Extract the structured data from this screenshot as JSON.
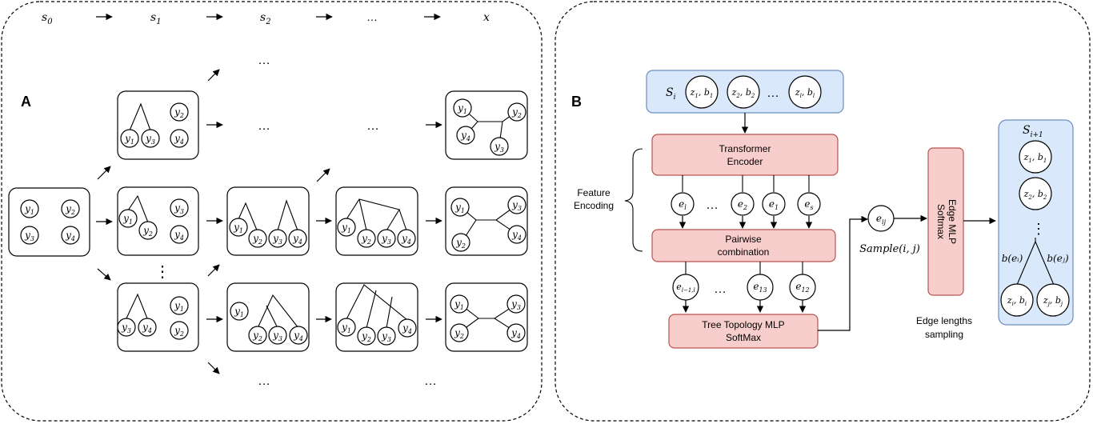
{
  "panel_a": {
    "label": "A",
    "header": {
      "s0": {
        "base": "s",
        "sub": "0"
      },
      "s1": {
        "base": "s",
        "sub": "1"
      },
      "s2": {
        "base": "s",
        "sub": "2"
      },
      "ellipsis": "…",
      "x": "x"
    },
    "y1": {
      "base": "y",
      "sub": "1"
    },
    "y2": {
      "base": "y",
      "sub": "2"
    },
    "y3": {
      "base": "y",
      "sub": "3"
    },
    "y4": {
      "base": "y",
      "sub": "4"
    },
    "ellipsis": "…",
    "vdots": "⋮"
  },
  "panel_b": {
    "label": "B",
    "state_in": {
      "label": {
        "base": "S",
        "sub": "i"
      },
      "n1": {
        "base": "z",
        "sub": "1",
        "base2": "b",
        "sub2": "1"
      },
      "n2": {
        "base": "z",
        "sub": "2",
        "base2": "b",
        "sub2": "2"
      },
      "nl": {
        "base": "z",
        "sub": "l",
        "base2": "b",
        "sub2": "l"
      },
      "ellipsis": "…"
    },
    "transformer": {
      "line1": "Transformer",
      "line2": "Encoder"
    },
    "feature_encoding": {
      "line1": "Feature",
      "line2": "Encoding"
    },
    "emb_row1": {
      "el": {
        "base": "e",
        "sub": "l"
      },
      "e2": {
        "base": "e",
        "sub": "2"
      },
      "e1": {
        "base": "e",
        "sub": "1"
      },
      "es": {
        "base": "e",
        "sub": "s"
      },
      "ellipsis": "…"
    },
    "pairwise": {
      "line1": "Pairwise",
      "line2": "combination"
    },
    "emb_row2": {
      "el1l": {
        "base": "e",
        "sub": "l−1,l"
      },
      "e13": {
        "base": "e",
        "sub": "13"
      },
      "e12": {
        "base": "e",
        "sub": "12"
      },
      "ellipsis": "…"
    },
    "tree_mlp": {
      "line1": "Tree Topology MLP",
      "line2": "SoftMax"
    },
    "eij": {
      "base": "e",
      "sub": "ij"
    },
    "sample": "Sample(i, j)",
    "edge_mlp": {
      "line1": "Edge MLP",
      "line2": "Softmax"
    },
    "edge_len": {
      "line1": "Edge lengths",
      "line2": "sampling"
    },
    "state_out": {
      "label": {
        "base": "S",
        "sub": "i+1"
      },
      "n1": {
        "base": "z",
        "sub": "1",
        "base2": "b",
        "sub2": "1"
      },
      "n2": {
        "base": "z",
        "sub": "2",
        "base2": "b",
        "sub2": "2"
      },
      "vdots": "⋮",
      "bei": "b(eᵢ)",
      "bej": "b(eⱼ)",
      "ni": {
        "base": "z",
        "sub": "i",
        "base2": "b",
        "sub2": "i"
      },
      "nj": {
        "base": "z",
        "sub": "j",
        "base2": "b",
        "sub2": "j"
      }
    }
  }
}
